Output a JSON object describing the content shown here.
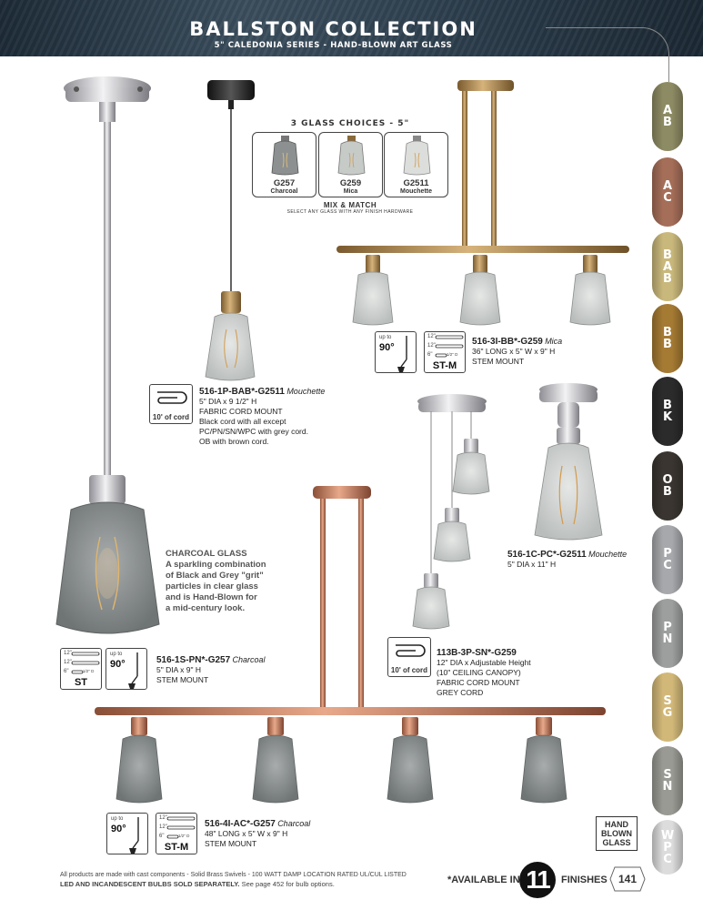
{
  "header": {
    "title": "BALLSTON COLLECTION",
    "subtitle": "5\" CALEDONIA SERIES - HAND-BLOWN ART GLASS"
  },
  "finish_tabs": [
    {
      "code": "AB",
      "color": "#8d8b63"
    },
    {
      "code": "AC",
      "color": "#a56e58"
    },
    {
      "code": "BAB",
      "color": "#c9b87b"
    },
    {
      "code": "BB",
      "color": "#a57a33"
    },
    {
      "code": "BK",
      "color": "#2b2b2b"
    },
    {
      "code": "OB",
      "color": "#3a3530"
    },
    {
      "code": "PC",
      "color": "#a6a8ab"
    },
    {
      "code": "PN",
      "color": "#9d9e9e"
    },
    {
      "code": "SG",
      "color": "#d2b878"
    },
    {
      "code": "SN",
      "color": "#9a9a94"
    },
    {
      "code": "WPC",
      "color": "#dcdcdc"
    }
  ],
  "glass_choices": {
    "title": "3 GLASS CHOICES - 5\"",
    "items": [
      {
        "code": "G257",
        "name": "Charcoal"
      },
      {
        "code": "G259",
        "name": "Mica"
      },
      {
        "code": "G2511",
        "name": "Mouchette"
      }
    ],
    "mix_title": "MIX & MATCH",
    "mix_sub": "SELECT ANY GLASS WITH ANY FINISH HARDWARE"
  },
  "icons": {
    "cord": "10' of cord",
    "swivel_up": "up to",
    "swivel_deg": "90°",
    "st": "ST",
    "stm": "ST-M",
    "stem_12": "12\"",
    "stem_6": "6\"",
    "stem_3": "3\"",
    "stem_half": "1/2\" D"
  },
  "products": {
    "p1": {
      "code": "516-1P-BAB*-G2511",
      "glass": "Mouchette",
      "lines": [
        "5\" DIA x 9 1/2\" H",
        "FABRIC CORD MOUNT",
        "Black cord with all except",
        "PC/PN/SN/WPC with grey cord.",
        "OB with brown cord."
      ]
    },
    "p2": {
      "code": "516-3I-BB*-G259",
      "glass": "Mica",
      "lines": [
        "36\" LONG x 5\" W x 9\" H",
        "STEM MOUNT"
      ]
    },
    "p3": {
      "code": "516-1C-PC*-G2511",
      "glass": "Mouchette",
      "lines": [
        "5\" DIA x 11\" H"
      ]
    },
    "p4": {
      "code": "516-1S-PN*-G257",
      "glass": "Charcoal",
      "lines": [
        "5\" DIA x 9\" H",
        "STEM MOUNT"
      ]
    },
    "p5": {
      "code": "113B-3P-SN*-G259",
      "glass": "",
      "lines": [
        "12\" DIA x Adjustable Height",
        "(10\" CEILING CANOPY)",
        "FABRIC CORD MOUNT",
        "GREY CORD"
      ]
    },
    "p6": {
      "code": "516-4I-AC*-G257",
      "glass": "Charcoal",
      "lines": [
        "48\" LONG x 5\" W x 9\" H",
        "STEM MOUNT"
      ]
    }
  },
  "charcoal_note": [
    "CHARCOAL GLASS",
    "A sparkling combination",
    "of Black and Grey \"grit\"",
    "particles in clear glass",
    "and is Hand-Blown for",
    "a mid-century look."
  ],
  "hand_blown": [
    "HAND",
    "BLOWN",
    "GLASS"
  ],
  "footer": {
    "line1": "All products are made with cast components - Solid Brass Swivels - 100 WATT DAMP LOCATION RATED UL/CUL LISTED",
    "line2_bold": "LED AND INCANDESCENT BULBS SOLD SEPARATELY.",
    "line2_rest": " See page 452 for bulb options.",
    "available": "*AVAILABLE IN",
    "count": "11",
    "finishes": "FINISHES",
    "page_number": "141"
  },
  "colors": {
    "header_dark": "#1d2b37",
    "chrome": "#c8c8cc",
    "brass": "#a67c4a",
    "copper": "#c17f5f",
    "black": "#222222",
    "glass": "#cfd3d2"
  }
}
